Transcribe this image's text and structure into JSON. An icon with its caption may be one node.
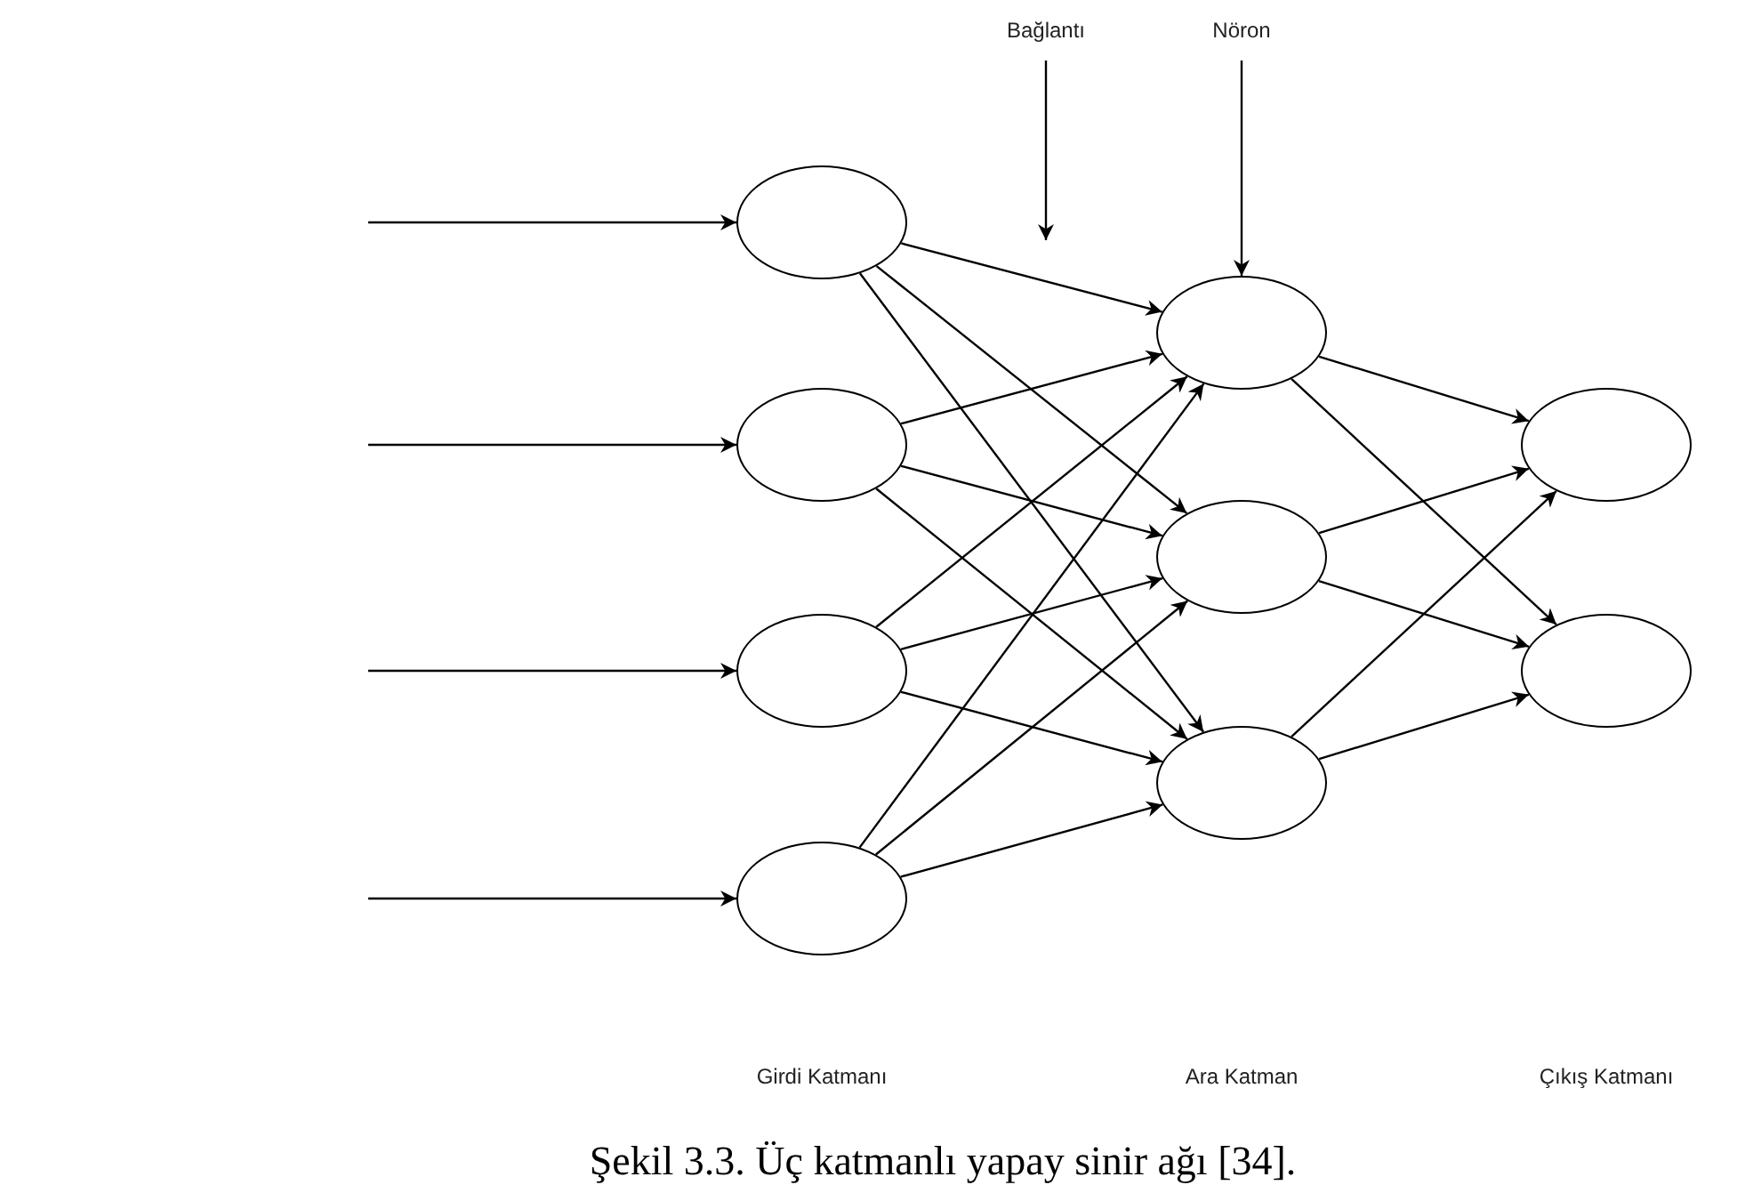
{
  "diagram": {
    "caption": "Şekil 3.3. Üç katmanlı yapay sinir ağı [34].",
    "nodes": [
      {
        "text": [],
        "shape": "circle"
      },
      {
        "text": [],
        "shape": "circle"
      },
      {
        "text": [],
        "shape": "circle"
      },
      {
        "text": [],
        "shape": "circle"
      },
      {
        "text": [],
        "shape": "circle"
      },
      {
        "text": [],
        "shape": "circle"
      },
      {
        "text": [],
        "shape": "circle"
      },
      {
        "text": [],
        "shape": "circle"
      },
      {
        "text": [],
        "shape": "circle"
      },
      {
        "text": [
          "Bağlantı"
        ]
      },
      {
        "text": [
          "Nöron"
        ]
      }
    ],
    "edges": [
      {
        "from": null,
        "to": 0,
        "arrow": "to"
      },
      {
        "from": null,
        "to": 1,
        "arrow": "to"
      },
      {
        "from": null,
        "to": 2,
        "arrow": "to"
      },
      {
        "from": null,
        "to": 3,
        "arrow": "to"
      },
      {
        "from": 0,
        "to": 4,
        "arrow": "to"
      },
      {
        "from": 0,
        "to": 5,
        "arrow": "to"
      },
      {
        "from": 0,
        "to": 6,
        "arrow": "to"
      },
      {
        "from": 1,
        "to": 4,
        "arrow": "to"
      },
      {
        "from": 1,
        "to": 5,
        "arrow": "to"
      },
      {
        "from": 1,
        "to": 6,
        "arrow": "to"
      },
      {
        "from": 2,
        "to": 4,
        "arrow": "to"
      },
      {
        "from": 2,
        "to": 5,
        "arrow": "to"
      },
      {
        "from": 2,
        "to": 6,
        "arrow": "to"
      },
      {
        "from": 3,
        "to": 4,
        "arrow": "to"
      },
      {
        "from": 3,
        "to": 5,
        "arrow": "to"
      },
      {
        "from": 3,
        "to": 6,
        "arrow": "to"
      },
      {
        "from": 4,
        "to": 7,
        "arrow": "to"
      },
      {
        "from": 4,
        "to": 8,
        "arrow": "to"
      },
      {
        "from": 5,
        "to": 7,
        "arrow": "to"
      },
      {
        "from": 5,
        "to": 8,
        "arrow": "to"
      },
      {
        "from": 6,
        "to": 7,
        "arrow": "to"
      },
      {
        "from": 6,
        "to": 8,
        "arrow": "to"
      },
      {
        "from": 9,
        "to": null,
        "arrow": "to"
      },
      {
        "from": 10,
        "to": 4,
        "arrow": "to"
      }
    ],
    "labels": [
      "Girdi Katmanı",
      "Ara Katman",
      "Çıkış Katmanı"
    ]
  }
}
